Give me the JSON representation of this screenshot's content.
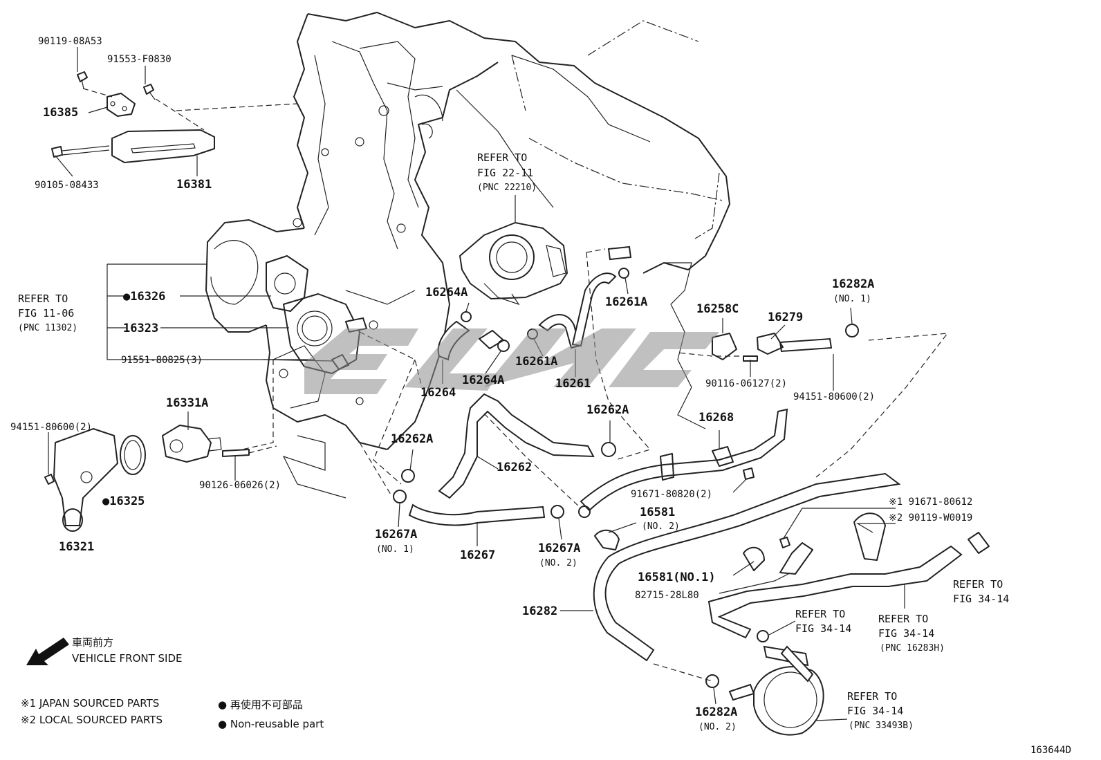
{
  "diagram_id": "163644D",
  "parts": {
    "p90119_08A53": "90119-08A53",
    "p91553_F0830": "91553-F0830",
    "p16385": "16385",
    "p90105_08433": "90105-08433",
    "p16381": "16381",
    "p16326": "●16326",
    "p16323": "16323",
    "p91551_80825": "91551-80825(3)",
    "p16331A": "16331A",
    "p94151_80600_left": "94151-80600(2)",
    "p16325": "●16325",
    "p16321": "16321",
    "p90126_06026": "90126-06026(2)",
    "p16264A_top": "16264A",
    "p16264A_bottom": "16264A",
    "p16264": "16264",
    "p16261A_right": "16261A",
    "p16261A_mid": "16261A",
    "p16261": "16261",
    "p16262A_right": "16262A",
    "p16262A_left": "16262A",
    "p16262": "16262",
    "p16267A_no1": "16267A",
    "p16267A_no1_sub": "(NO. 1)",
    "p16267": "16267",
    "p16267A_no2": "16267A",
    "p16267A_no2_sub": "(NO. 2)",
    "p16258C": "16258C",
    "p16279": "16279",
    "p16282A_no1": "16282A",
    "p16282A_no1_sub": "(NO. 1)",
    "p90116_06127": "90116-06127(2)",
    "p94151_80600_right": "94151-80600(2)",
    "p16268": "16268",
    "p91671_80820": "91671-80820(2)",
    "p16581_no2": "16581",
    "p16581_no2_sub": "(NO. 2)",
    "p91671_80612": "※1 91671-80612",
    "p90119_W0019": "※2 90119-W0019",
    "p16581_no1": "16581(NO.1)",
    "p82715_28L80": "82715-28L80",
    "p16282": "16282",
    "p16282A_no2": "16282A",
    "p16282A_no2_sub": "(NO. 2)"
  },
  "refs": {
    "fig22_11": {
      "l1": "REFER TO",
      "l2": "FIG 22-11",
      "l3": "(PNC 22210)"
    },
    "fig11_06": {
      "l1": "REFER TO",
      "l2": "FIG 11-06",
      "l3": "(PNC 11302)"
    },
    "fig34_14_a": {
      "l1": "REFER TO",
      "l2": "FIG 34-14"
    },
    "fig34_14_b": {
      "l1": "REFER TO",
      "l2": "FIG 34-14",
      "l3": "(PNC 16283H)"
    },
    "fig34_14_c": {
      "l1": "REFER TO",
      "l2": "FIG 34-14"
    },
    "fig34_14_d": {
      "l1": "REFER TO",
      "l2": "FIG 34-14",
      "l3": "(PNC 33493B)"
    }
  },
  "legend": {
    "front_jp": "車両前方",
    "front_en": "VEHICLE FRONT SIDE",
    "note1": "※1 JAPAN SOURCED PARTS",
    "note2": "※2 LOCAL SOURCED PARTS",
    "nonreuse_jp": "● 再使用不可部品",
    "nonreuse_en": "● Non-reusable part"
  },
  "colors": {
    "line": "#222222",
    "watermark": "#8d8d8d"
  }
}
